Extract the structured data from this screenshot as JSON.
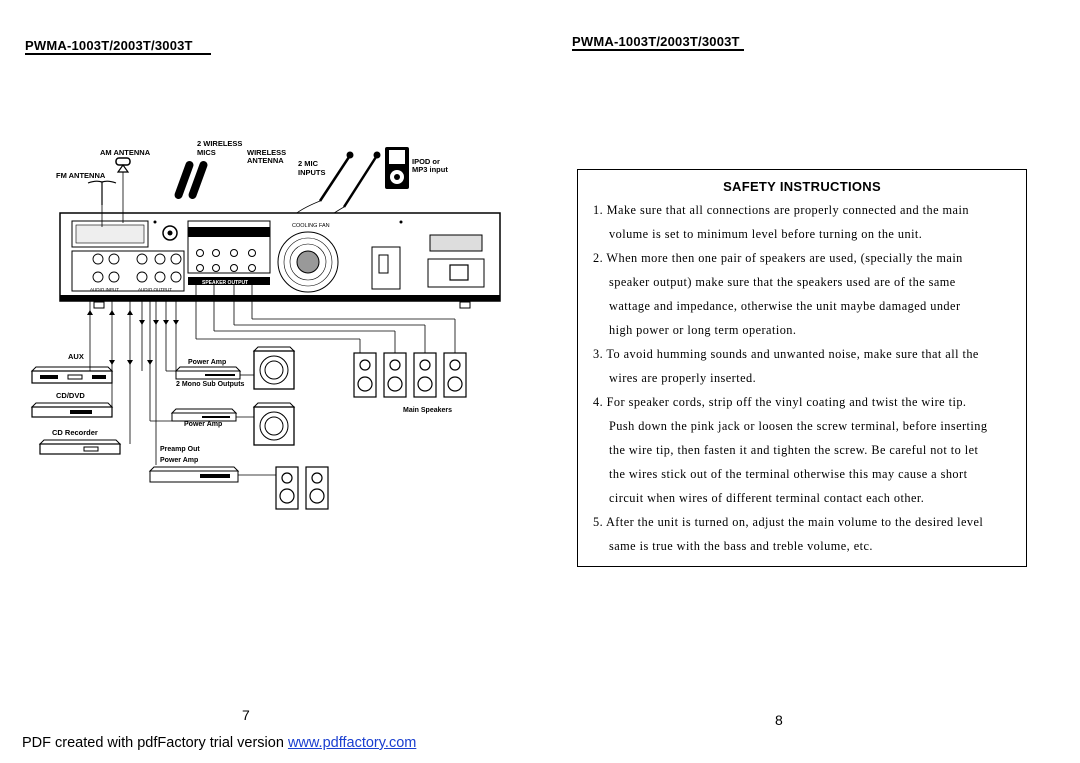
{
  "left_page": {
    "model_heading": "PWMA-1003T/2003T/3003T",
    "page_number": "7",
    "diagram_labels": {
      "wireless_mics": [
        "2 WIRELESS",
        "MICS"
      ],
      "wireless_antenna": [
        "WIRELESS",
        "ANTENNA"
      ],
      "am_antenna": "AM ANTENNA",
      "fm_antenna": "FM ANTENNA",
      "mic_inputs": [
        "2 MIC",
        "INPUTS"
      ],
      "ipod": [
        "IPOD or",
        "MP3 input"
      ],
      "aux": "AUX",
      "cd_dvd": "CD/DVD",
      "cd_recorder": "CD Recorder",
      "power_amp_1": "Power Amp",
      "mono_sub": "2 Mono Sub Outputs",
      "power_amp_2": "Power Amp",
      "preamp_out": "Preamp Out",
      "power_amp_3": "Power Amp",
      "main_speakers": "Main Speakers",
      "cooling_fan": "COOLING FAN",
      "speaker_output": "SPEAKER OUTPUT",
      "audio_input": "AUDIO INPUT",
      "audio_output": "AUDIO OUTPUT"
    }
  },
  "right_page": {
    "model_heading": "PWMA-1003T/2003T/3003T",
    "page_number": "8",
    "safety_title": "SAFETY INSTRUCTIONS",
    "items": [
      {
        "lines": [
          "1. Make sure that all connections are properly connected and the main",
          "volume is set to minimum level before turning on the unit."
        ]
      },
      {
        "lines": [
          "2. When more then one pair of speakers are used, (specially the main",
          "speaker output) make sure that the speakers used are of the same",
          "wattage  and impedance, otherwise the unit maybe damaged under",
          "high power or long term operation."
        ]
      },
      {
        "lines": [
          "3. To avoid humming sounds and unwanted noise, make sure that all the",
          "wires are properly inserted."
        ]
      },
      {
        "lines": [
          "4. For speaker cords, strip off the vinyl coating and twist the wire tip.",
          "Push down the pink jack or loosen the screw terminal, before inserting",
          "the wire tip, then fasten it and tighten the screw. Be careful not to let",
          "the wires stick out of the terminal otherwise this may cause a short",
          "circuit when wires of different terminal contact each other."
        ]
      },
      {
        "lines": [
          "5. After the unit is turned on, adjust the main volume to the desired level",
          "same is true with the bass and treble volume, etc."
        ]
      }
    ]
  },
  "footer": {
    "text": "PDF created with pdfFactory trial version ",
    "link": "www.pdffactory.com"
  }
}
